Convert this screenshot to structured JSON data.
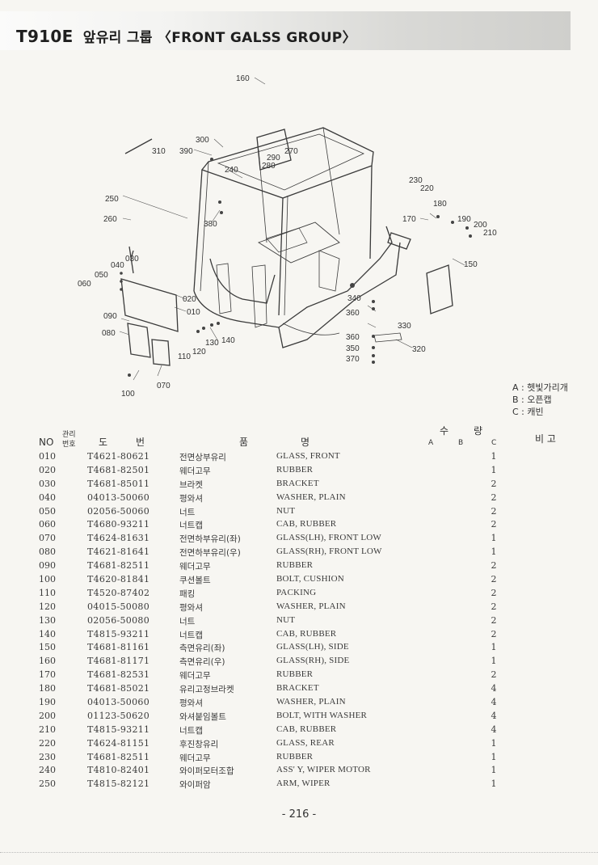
{
  "header": {
    "model": "T910E",
    "title_kr": "앞유리 그룹",
    "title_en": "〈FRONT GALSS GROUP〉"
  },
  "diagram": {
    "callouts": [
      "160",
      "310",
      "390",
      "300",
      "290",
      "270",
      "280",
      "240",
      "230",
      "220",
      "250",
      "260",
      "380",
      "180",
      "170",
      "190",
      "200",
      "210",
      "150",
      "030",
      "040",
      "050",
      "060",
      "020",
      "010",
      "090",
      "080",
      "130",
      "140",
      "120",
      "110",
      "340",
      "360",
      "330",
      "360",
      "320",
      "350",
      "370",
      "100",
      "070"
    ]
  },
  "legend": {
    "a": "A : 헷빛가리개",
    "b": "B : 오픈캡",
    "c": "C : 캐빈"
  },
  "table": {
    "headers": {
      "no": "NO",
      "mgmt_top": "관리",
      "mgmt_bottom": "번호",
      "drawing_1": "도",
      "drawing_2": "번",
      "name_1": "품",
      "name_2": "명",
      "qty_1": "수",
      "qty_2": "량",
      "a": "A",
      "b": "B",
      "c": "C",
      "remarks": "비 고"
    },
    "rows": [
      {
        "no": "010",
        "part": "T4621-80621",
        "kr": "전면상부유리",
        "en": "GLASS, FRONT",
        "qty": "1"
      },
      {
        "no": "020",
        "part": "T4681-82501",
        "kr": "웨더고무",
        "en": "RUBBER",
        "qty": "1"
      },
      {
        "no": "030",
        "part": "T4681-85011",
        "kr": "브라켓",
        "en": "BRACKET",
        "qty": "2"
      },
      {
        "no": "040",
        "part": "04013-50060",
        "kr": "평와셔",
        "en": "WASHER, PLAIN",
        "qty": "2"
      },
      {
        "no": "050",
        "part": "02056-50060",
        "kr": "너트",
        "en": "NUT",
        "qty": "2"
      },
      {
        "no": "060",
        "part": "T4680-93211",
        "kr": "너트캡",
        "en": "CAB, RUBBER",
        "qty": "2"
      },
      {
        "no": "070",
        "part": "T4624-81631",
        "kr": "전면하부유리(좌)",
        "en": "GLASS(LH), FRONT LOW",
        "qty": "1"
      },
      {
        "no": "080",
        "part": "T4621-81641",
        "kr": "전면하부유리(우)",
        "en": "GLASS(RH), FRONT LOW",
        "qty": "1"
      },
      {
        "no": "090",
        "part": "T4681-82511",
        "kr": "웨더고무",
        "en": "RUBBER",
        "qty": "2"
      },
      {
        "no": "100",
        "part": "T4620-81841",
        "kr": "쿠션볼트",
        "en": "BOLT, CUSHION",
        "qty": "2"
      },
      {
        "no": "110",
        "part": "T4520-87402",
        "kr": "패킹",
        "en": "PACKING",
        "qty": "2"
      },
      {
        "no": "120",
        "part": "04015-50080",
        "kr": "평와셔",
        "en": "WASHER, PLAIN",
        "qty": "2"
      },
      {
        "no": "130",
        "part": "02056-50080",
        "kr": "너트",
        "en": "NUT",
        "qty": "2"
      },
      {
        "no": "140",
        "part": "T4815-93211",
        "kr": "너트캡",
        "en": "CAB, RUBBER",
        "qty": "2"
      },
      {
        "no": "150",
        "part": "T4681-81161",
        "kr": "측면유리(좌)",
        "en": "GLASS(LH), SIDE",
        "qty": "1"
      },
      {
        "no": "160",
        "part": "T4681-81171",
        "kr": "측면유리(우)",
        "en": "GLASS(RH), SIDE",
        "qty": "1"
      },
      {
        "no": "170",
        "part": "T4681-82531",
        "kr": "웨더고무",
        "en": "RUBBER",
        "qty": "2"
      },
      {
        "no": "180",
        "part": "T4681-85021",
        "kr": "유리고정브라켓",
        "en": "BRACKET",
        "qty": "4"
      },
      {
        "no": "190",
        "part": "04013-50060",
        "kr": "평와셔",
        "en": "WASHER, PLAIN",
        "qty": "4"
      },
      {
        "no": "200",
        "part": "01123-50620",
        "kr": "와셔붙임볼트",
        "en": "BOLT, WITH WASHER",
        "qty": "4"
      },
      {
        "no": "210",
        "part": "T4815-93211",
        "kr": "너트캡",
        "en": "CAB, RUBBER",
        "qty": "4"
      },
      {
        "no": "220",
        "part": "T4624-81151",
        "kr": "후진창유리",
        "en": "GLASS, REAR",
        "qty": "1"
      },
      {
        "no": "230",
        "part": "T4681-82511",
        "kr": "웨더고무",
        "en": "RUBBER",
        "qty": "1"
      },
      {
        "no": "240",
        "part": "T4810-82401",
        "kr": "와이퍼모터조합",
        "en": "ASS' Y, WIPER MOTOR",
        "qty": "1"
      },
      {
        "no": "250",
        "part": "T4815-82121",
        "kr": "와이퍼암",
        "en": "ARM, WIPER",
        "qty": "1"
      }
    ]
  },
  "page_number": "- 216 -"
}
